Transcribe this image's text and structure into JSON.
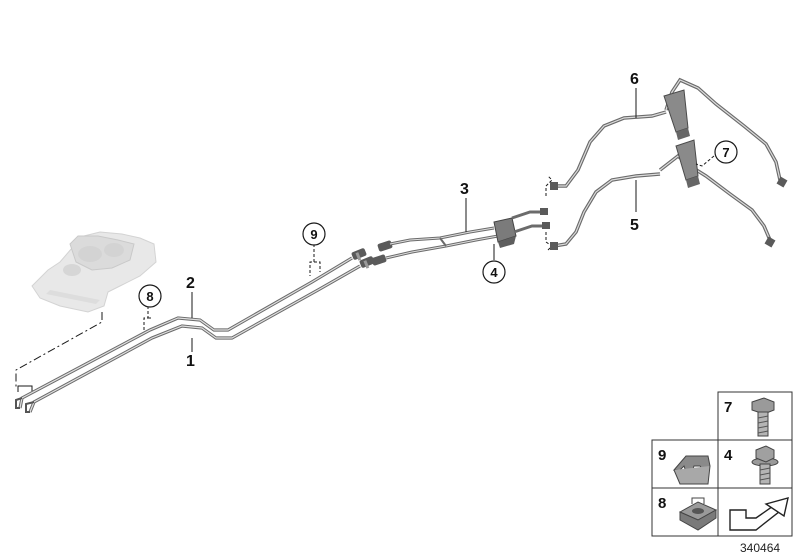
{
  "diagram": {
    "callouts": {
      "c1": "1",
      "c2": "2",
      "c3": "3",
      "c4": "4",
      "c5": "5",
      "c6": "6",
      "c7": "7",
      "c8": "8",
      "c9": "9"
    },
    "legend": {
      "cell_7": "7",
      "cell_9": "9",
      "cell_4": "4",
      "cell_8": "8"
    },
    "document_number": "340464"
  },
  "colors": {
    "line": "#1a1a1a",
    "pipe": "#6b6b6b",
    "pipe_light": "#d4d4d4",
    "part_fill": "#8a8a8a",
    "ghost": "#e2e2e2"
  }
}
